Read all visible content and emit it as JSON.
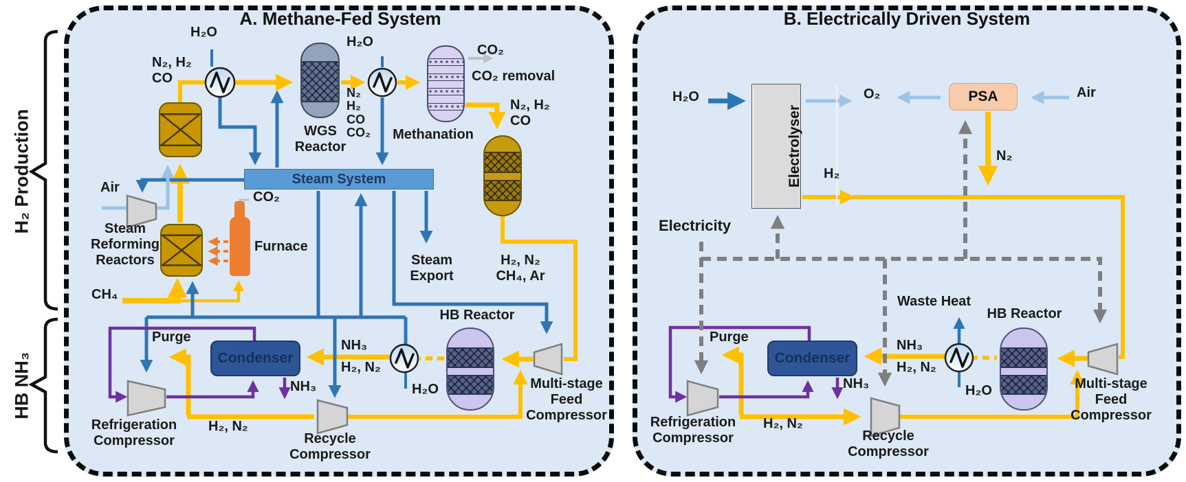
{
  "axis": {
    "h2_production": "H₂ Production",
    "hb_nh3": "HB NH₃"
  },
  "panel_a": {
    "title": "A. Methane-Fed System",
    "labels": {
      "h2o_hx1": "H₂O",
      "syngas_in": "N₂, H₂\nCO",
      "wgs_reactor": "WGS\nReactor",
      "h2o_hx2": "H₂O",
      "shift_gas": "N₂\nH₂\nCO\nCO₂",
      "co2_methanation": "CO₂",
      "co2_removal": "CO₂ removal",
      "methanation": "Methanation",
      "syngas_out": "N₂, H₂\nCO",
      "steam_system": "Steam System",
      "air": "Air",
      "steam_reforming": "Steam\nReforming\nReactors",
      "furnace": "Furnace",
      "co2_furnace": "CO₂",
      "ch4": "CH₄",
      "steam_export": "Steam\nExport",
      "hb_feed": "H₂, N₂\nCH₄, Ar",
      "hb_reactor": "HB Reactor",
      "purge": "Purge",
      "condenser": "Condenser",
      "nh3_stream": "NH₃",
      "h2n2_stream": "H₂, N₂",
      "h2o_hx3": "H₂O",
      "nh3_product": "NH₃",
      "multistage": "Multi-stage\nFeed\nCompressor",
      "refrigeration": "Refrigeration\nCompressor",
      "h2n2_recycle": "H₂, N₂",
      "recycle": "Recycle\nCompressor"
    }
  },
  "panel_b": {
    "title": "B. Electrically Driven System",
    "labels": {
      "h2o_in": "H₂O",
      "electrolyser": "Electrolyser",
      "o2": "O₂",
      "psa": "PSA",
      "air": "Air",
      "n2": "N₂",
      "h2": "H₂",
      "electricity": "Electricity",
      "waste_heat": "Waste Heat",
      "hb_reactor": "HB Reactor",
      "nh3_stream": "NH₃",
      "h2n2_stream": "H₂, N₂",
      "h2o_hx": "H₂O",
      "purge": "Purge",
      "condenser": "Condenser",
      "nh3_product": "NH₃",
      "multistage": "Multi-stage\nFeed\nCompressor",
      "refrigeration": "Refrigeration\nCompressor",
      "h2n2_recycle": "H₂, N₂",
      "recycle": "Recycle\nCompressor"
    }
  },
  "colors": {
    "panel_background": "#DCE8F5",
    "process_yellow": "#FFC000",
    "steam_blue": "#2E75B6",
    "air_light_blue": "#9DC3E6",
    "purge_purple": "#7030A0",
    "electricity_gray": "#7F7F7F",
    "furnace_orange": "#ED7D31",
    "gold_reactor": "#C79600",
    "condenser_blue": "#2E5597",
    "steam_bar": "#5B9BD5",
    "psa_peach": "#F8CBAD",
    "methanation_lavender": "#D9D3F0",
    "hb_lavender": "#CBC5EF",
    "wgs_bluegray": "#93A3BB"
  }
}
